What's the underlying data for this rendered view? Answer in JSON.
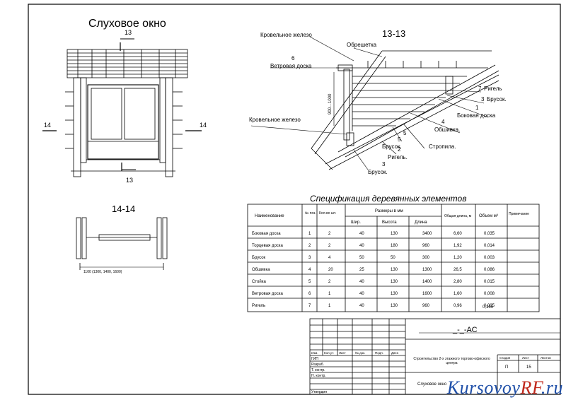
{
  "titles": {
    "dormer": "Слуховое окно",
    "section_13": "13-13",
    "section_14": "14-14",
    "spec": "Спецификация деревянных элементов"
  },
  "marks": {
    "m13": "13",
    "m14": "14"
  },
  "dims": {
    "height": "900…1000",
    "widths": "1100 (1300, 1400, 1600)"
  },
  "callouts": {
    "roof_iron_top": "Кровельное железо",
    "sheathing": "Обрешетка",
    "n6": "6",
    "wind_board": "Ветровая доска",
    "roof_iron_left": "Кровельное железо",
    "n7": "7",
    "rigel_right": "Ригель",
    "n3r": "3",
    "brus_right": "Брусок.",
    "n1": "1",
    "side_board": "Боковая доска",
    "n4": "4",
    "obshivka": "Обшивка.",
    "n5a": "5",
    "stropila": "Стропила.",
    "n5b": "5",
    "brus_mid": "Брусок.",
    "n2": "2",
    "rigel_mid": "Ригель.",
    "n3b": "3",
    "brus_bottom": "Брусок."
  },
  "spec": {
    "headers": {
      "name": "Наименование",
      "pos": "№ поз.",
      "qty": "Кол-во шт.",
      "dims": "Размеры в мм",
      "w": "Шир.",
      "h": "Высота",
      "l": "Длина",
      "total_len": "Общая длина, м",
      "vol": "Объем м³",
      "note": "Примечание"
    },
    "rows": [
      {
        "name": "Боковая доска",
        "pos": "1",
        "qty": "2",
        "w": "40",
        "h": "130",
        "l": "3400",
        "len": "6,60",
        "vol": "0,035"
      },
      {
        "name": "Торцевая доска",
        "pos": "2",
        "qty": "2",
        "w": "40",
        "h": "180",
        "l": "960",
        "len": "1,92",
        "vol": "0,014"
      },
      {
        "name": "Брусок",
        "pos": "3",
        "qty": "4",
        "w": "50",
        "h": "50",
        "l": "300",
        "len": "1,20",
        "vol": "0,003"
      },
      {
        "name": "Обшивка",
        "pos": "4",
        "qty": "20",
        "w": "25",
        "h": "130",
        "l": "1300",
        "len": "26,5",
        "vol": "0,086"
      },
      {
        "name": "Стойка",
        "pos": "5",
        "qty": "2",
        "w": "40",
        "h": "130",
        "l": "1400",
        "len": "2,80",
        "vol": "0,015"
      },
      {
        "name": "Ветровая доска",
        "pos": "6",
        "qty": "1",
        "w": "40",
        "h": "130",
        "l": "1600",
        "len": "1,60",
        "vol": "0,008"
      },
      {
        "name": "Ригель",
        "pos": "7",
        "qty": "1",
        "w": "40",
        "h": "130",
        "l": "960",
        "len": "0,96",
        "vol": "0,005"
      }
    ],
    "total": "0,165"
  },
  "stamp": {
    "code": "_-_-АС",
    "cols": [
      "Изм.",
      "Кол.уч",
      "Лист",
      "№ док.",
      "Подп.",
      "Дата"
    ],
    "roles": [
      "ГИП",
      "Разраб.",
      "Т. контр.",
      "Н. контр.",
      "Утвердил"
    ],
    "project": "Строительство 2-х этажного торгово-офисного центра",
    "sheet_title": "Слуховое окно",
    "stage_h": "Стадия",
    "sheet_h": "Лист",
    "sheets_h": "Листов",
    "stage": "П",
    "sheet": "15"
  },
  "watermark": {
    "a": "Kursovoy",
    "b": "RF",
    "c": ".ru"
  }
}
